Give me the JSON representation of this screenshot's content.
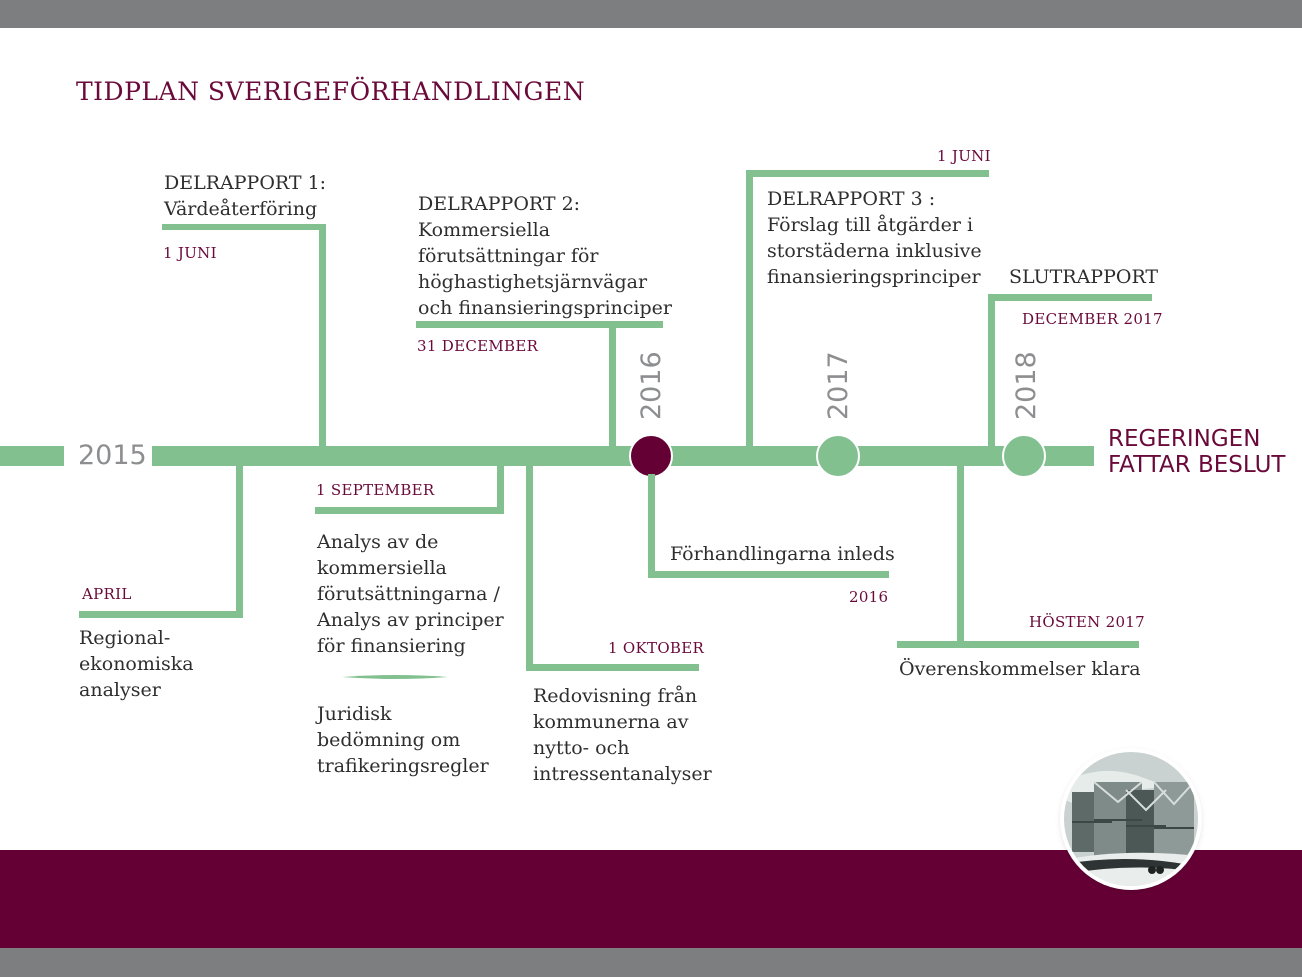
{
  "title": "TIDPLAN SVERIGEFÖRHANDLINGEN",
  "years": {
    "y2015": "2015",
    "y2016": "2016",
    "y2017": "2017",
    "y2018": "2018"
  },
  "final_decision": {
    "line1": "REGERINGEN",
    "line2": "FATTAR BESLUT"
  },
  "above": {
    "delrapport1": {
      "title": "DELRAPPORT 1:",
      "subtitle": "Värdeåterföring",
      "date": "1 JUNI"
    },
    "delrapport2": {
      "title": "DELRAPPORT 2:",
      "lines": [
        "Kommersiella",
        "förutsättningar för",
        "höghastighetsjärnvägar",
        "och finansieringsprinciper"
      ],
      "date": "31 DECEMBER"
    },
    "delrapport3": {
      "date": "1 JUNI",
      "title": "DELRAPPORT 3 :",
      "lines": [
        "Förslag till åtgärder i",
        "storstäderna inklusive",
        "finansieringsprinciper"
      ]
    },
    "slutrapport": {
      "title": "SLUTRAPPORT",
      "date": "DECEMBER 2017"
    }
  },
  "below": {
    "april": {
      "date": "APRIL",
      "lines": [
        "Regional-",
        "ekonomiska",
        "analyser"
      ]
    },
    "september": {
      "date": "1 SEPTEMBER",
      "lines": [
        "Analys av de",
        "kommersiella",
        "förutsättningarna /",
        "Analys av principer",
        "för finansiering"
      ],
      "lines2": [
        "Juridisk",
        "bedömning om",
        "trafikeringsregler"
      ]
    },
    "oktober": {
      "date": "1 OKTOBER",
      "lines": [
        "Redovisning från",
        "kommunerna av",
        "nytto- och",
        "intressentanalyser"
      ]
    },
    "forhandlingar": {
      "text": "Förhandlingarna inleds",
      "date": "2016"
    },
    "hosten": {
      "date": "HÖSTEN 2017",
      "text": "Överenskommelser klara"
    }
  },
  "colors": {
    "accent": "#650035",
    "line": "#82c08f",
    "year": "#8d8e90"
  }
}
